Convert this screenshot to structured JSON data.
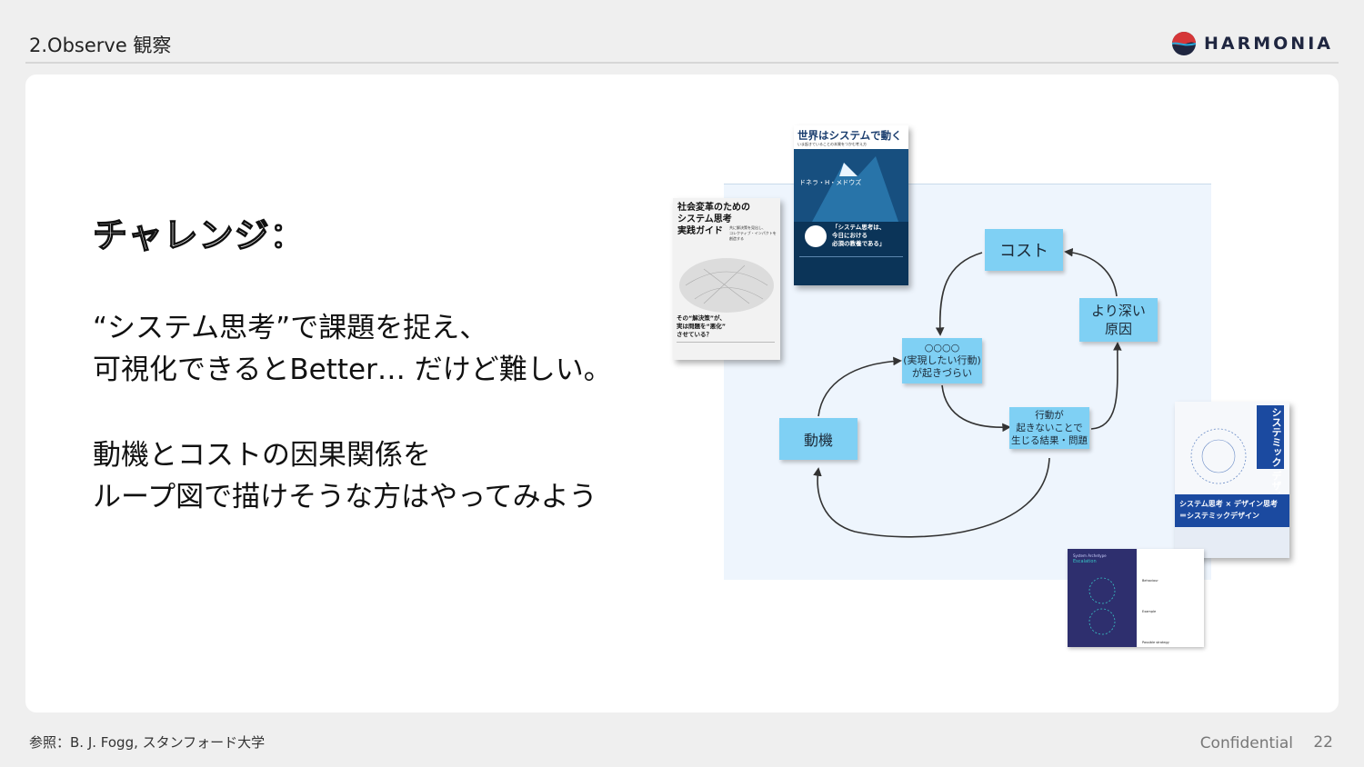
{
  "header": {
    "title": "2.Observe 観察",
    "logo_text": "HARMONIA"
  },
  "content": {
    "challenge": "チャレンジ：",
    "paragraph1": [
      "“システム思考”で課題を捉え、",
      "可視化できるとBetter… だけど難しい。"
    ],
    "paragraph2": [
      "動機とコストの因果関係を",
      "ループ図で描けそうな方はやってみよう"
    ]
  },
  "diagram": {
    "cost": "コスト",
    "deeper_cause": [
      "より深い",
      "原因"
    ],
    "target_behavior": [
      "○○○○",
      "(実現したい行動)",
      "が起きづらい"
    ],
    "consequence": [
      "行動が",
      "起きないことで",
      "生じる結果・問題"
    ],
    "motivation": "動機"
  },
  "books": {
    "book1": {
      "title": [
        "社会変革のための",
        "システム思考",
        "実践ガイド"
      ],
      "subtitle": [
        "共に解決策を見出し、",
        "コレクティブ・インパクトを",
        "創造する"
      ],
      "tagline": [
        "その“解決策”が、",
        "実は問題を“悪化”",
        "させている？"
      ]
    },
    "book2": {
      "title": "世界はシステムで動く",
      "subtitle": "いま起きていることの本質をつかむ考え方",
      "author": "ドネラ・H・メドウズ",
      "quote": [
        "「システム思考は、",
        "今日における",
        "必須の教養である」"
      ]
    },
    "book3": {
      "title": [
        "システミック",
        "デザインの実践"
      ],
      "subtitle": [
        "システム思考 × デザイン思考",
        "＝システミックデザイン"
      ]
    },
    "book4": {
      "label": "System Archetype",
      "title": "Escalation",
      "sections": [
        "Behaviour",
        "Example",
        "Possible strategy"
      ]
    }
  },
  "footer": {
    "reference": "参照：B. J. Fogg, スタンフォード大学",
    "confidential": "Confidential",
    "page": "22"
  },
  "colors": {
    "sticky": "#7fd0f4",
    "diagram_bg": "#eef5fd",
    "logo_red": "#d63638",
    "logo_blue": "#1f2640"
  }
}
